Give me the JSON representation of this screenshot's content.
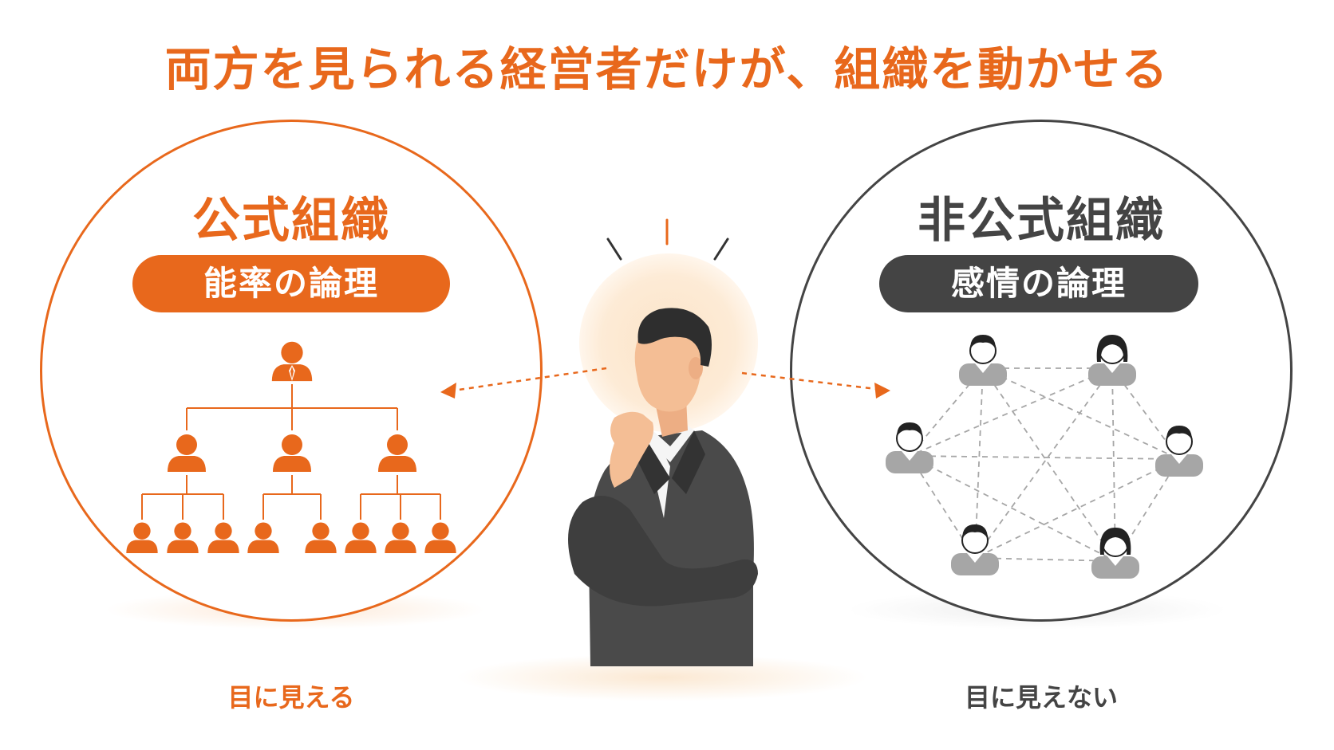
{
  "headline": "両方を見られる経営者だけが、組織を動かせる",
  "left": {
    "title": "公式組織",
    "pill": "能率の論理",
    "caption": "目に見える"
  },
  "right": {
    "title": "非公式組織",
    "pill": "感情の論理",
    "caption": "目に見えない"
  },
  "colors": {
    "accent": "#E8681C",
    "dark": "#444444",
    "gray_person": "#A6A6A6"
  },
  "icons": [
    "person-icon",
    "thinking-businessman",
    "dashed-arrow-left",
    "dashed-arrow-right",
    "idea-rays"
  ]
}
